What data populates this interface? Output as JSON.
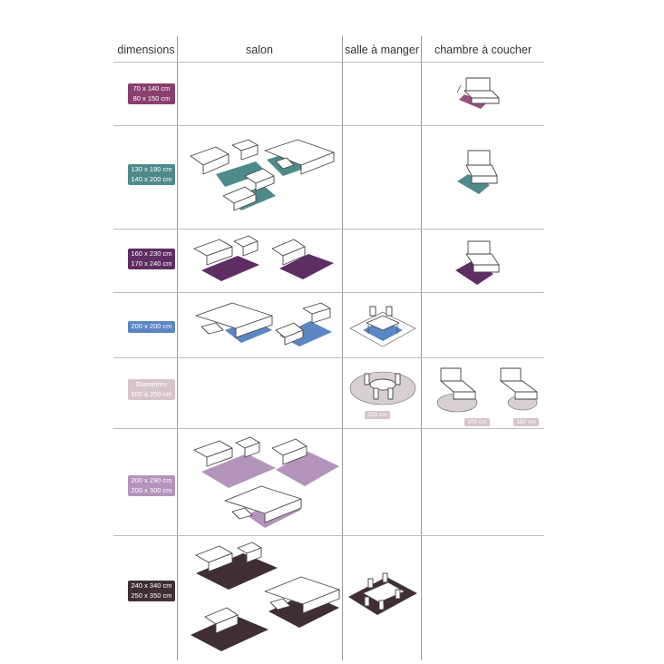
{
  "headers": {
    "dimensions": "dimensions",
    "salon": "salon",
    "salle": "salle à manger",
    "chambre": "chambre à coucher"
  },
  "rows": [
    {
      "id": "r1",
      "color": "#8a3f6e",
      "sizes": [
        "70 x 140 cm",
        "80 x 150 cm"
      ]
    },
    {
      "id": "r2",
      "color": "#4f8a8b",
      "sizes": [
        "130 x 190 cm",
        "140 x 200 cm"
      ]
    },
    {
      "id": "r3",
      "color": "#5e2d62",
      "sizes": [
        "160 x 230 cm",
        "170 x 240 cm"
      ]
    },
    {
      "id": "r4",
      "color": "#5b86c4",
      "sizes": [
        "200 x 200 cm"
      ]
    },
    {
      "id": "r5",
      "color": "#d6c4c8",
      "sizes": [
        "Diamètres",
        "100 à 250 cm"
      ]
    },
    {
      "id": "r6",
      "color": "#b594bb",
      "sizes": [
        "200 x 290 cm",
        "200 x 300 cm"
      ]
    },
    {
      "id": "r7",
      "color": "#3f2f33",
      "sizes": [
        "240 x 340 cm",
        "250 x 350 cm"
      ]
    }
  ],
  "captions": {
    "salle_round": "250 cm",
    "bed_round_1": "200 cm",
    "bed_round_2": "180 cm"
  },
  "colors": {
    "violet_rose": "#8a3f6e",
    "teal": "#4f8a8b",
    "violet": "#5e2d62",
    "blue": "#5b86c4",
    "beige": "#d6c4c8",
    "lilac": "#b594bb",
    "brown": "#3f2f33"
  }
}
